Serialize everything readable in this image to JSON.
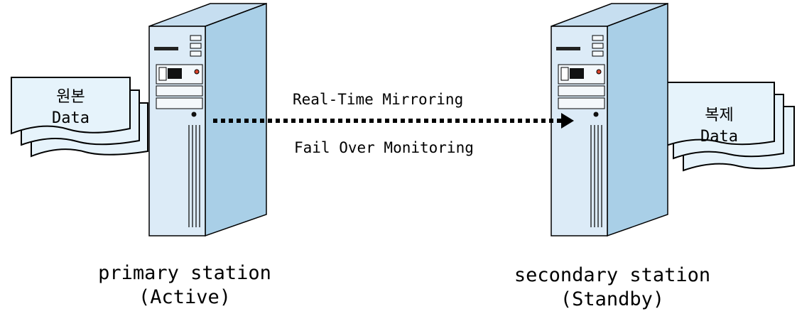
{
  "primary": {
    "data_line1": "원본",
    "data_line2": "Data",
    "station_name": "primary station",
    "station_state": "(Active)"
  },
  "secondary": {
    "data_line1": "복제",
    "data_line2": "Data",
    "station_name": "secondary station",
    "station_state": "(Standby)"
  },
  "link": {
    "top_label": "Real-Time Mirroring",
    "bottom_label": "Fail Over Monitoring"
  },
  "colors": {
    "document_fill": "#e6f3fb",
    "tower_front": "#dcebf7",
    "tower_side": "#a9cfe7",
    "tower_top": "#c6def0",
    "outline": "#000000",
    "power_led": "#d9442c"
  }
}
